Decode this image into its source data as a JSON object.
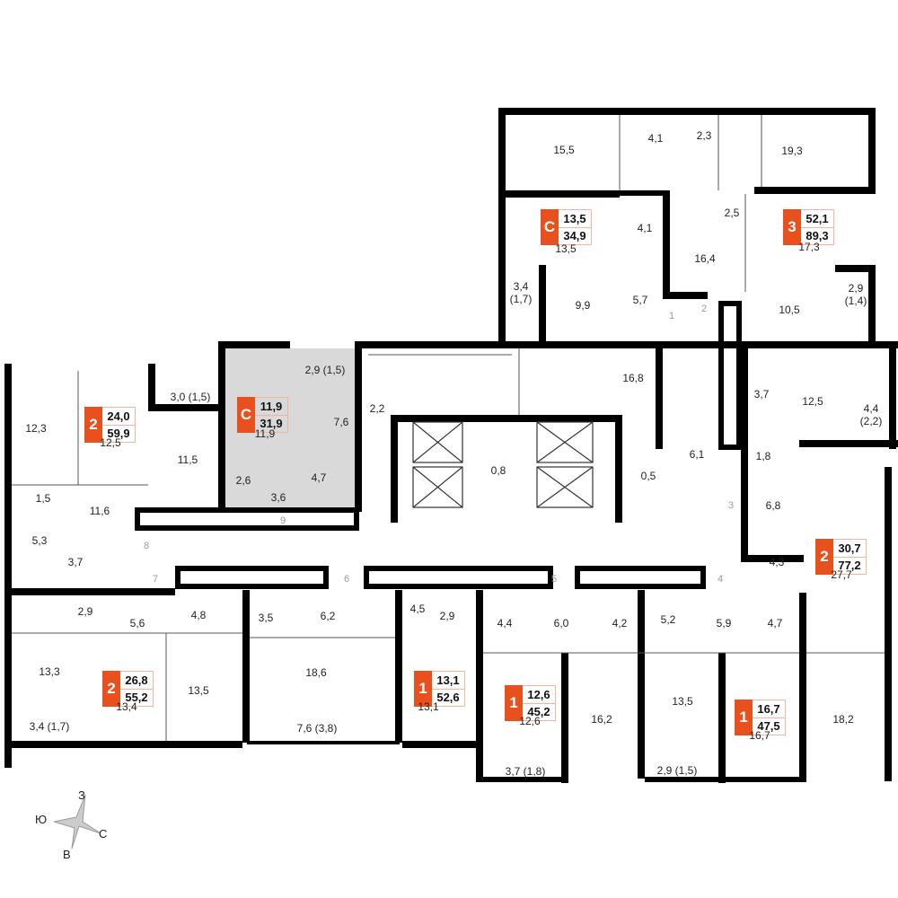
{
  "badges": [
    {
      "type": "2",
      "living": "24,0",
      "total": "59,9"
    },
    {
      "type": "С",
      "living": "11,9",
      "total": "31,9"
    },
    {
      "type": "С",
      "living": "13,5",
      "total": "34,9"
    },
    {
      "type": "3",
      "living": "52,1",
      "total": "89,3"
    },
    {
      "type": "2",
      "living": "30,7",
      "total": "77,2"
    },
    {
      "type": "2",
      "living": "26,8",
      "total": "55,2"
    },
    {
      "type": "1",
      "living": "13,1",
      "total": "52,6"
    },
    {
      "type": "1",
      "living": "12,6",
      "total": "45,2"
    },
    {
      "type": "1",
      "living": "16,7",
      "total": "47,5"
    }
  ],
  "rooms": [
    "15,5",
    "4,1",
    "2,3",
    "19,3",
    "13,5",
    "4,1",
    "2,5",
    "16,4",
    "17,3",
    "3,4\n(1,7)",
    "9,9",
    "5,7",
    "10,5",
    "2,9\n(1,4)",
    "12,3",
    "12,5",
    "3,0 (1,5)",
    "11,5",
    "2,9 (1,5)",
    "7,6",
    "11,9",
    "2,2",
    "16,8",
    "0,8",
    "0,5",
    "6,1",
    "3,7",
    "12,5",
    "4,4\n(2,2)",
    "1,8",
    "6,8",
    "4,3",
    "27,7",
    "1,5",
    "11,6",
    "2,6",
    "3,6",
    "4,7",
    "5,3",
    "3,7",
    "2,9",
    "5,6",
    "4,8",
    "3,5",
    "6,2",
    "4,5",
    "2,9",
    "13,3",
    "13,4",
    "13,5",
    "18,6",
    "13,1",
    "3,4 (1,7)",
    "7,6 (3,8)",
    "4,4",
    "6,0",
    "4,2",
    "5,2",
    "5,9",
    "4,7",
    "12,6",
    "16,2",
    "13,5",
    "16,7",
    "18,2",
    "3,7 (1,8)",
    "2,9 (1,5)"
  ],
  "doors": [
    "1",
    "2",
    "3",
    "4",
    "5",
    "6",
    "7",
    "8",
    "9"
  ],
  "compass": {
    "north": "З",
    "south": "В",
    "west": "Ю",
    "east": "С"
  },
  "colors": {
    "accent": "#e8501e",
    "studio_fill": "#d9d9d9",
    "wall": "#000000"
  }
}
